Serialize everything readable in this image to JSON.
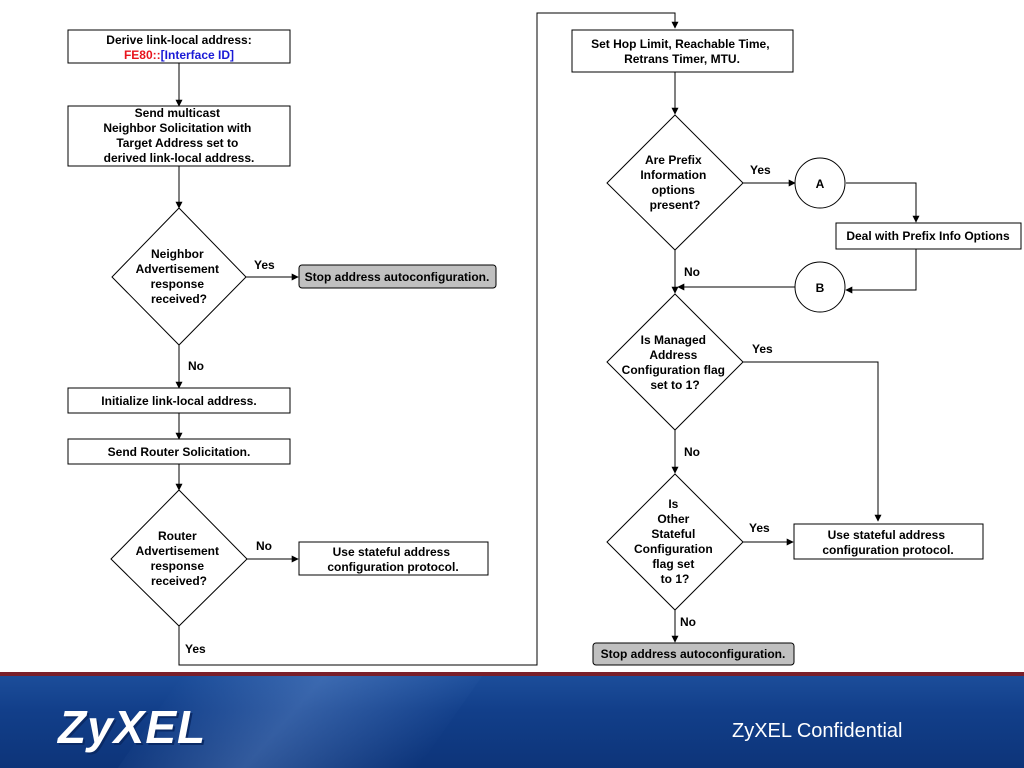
{
  "diagram": {
    "nodes": {
      "derive": {
        "line1": "Derive link-local address:",
        "prefix": "FE80::",
        "suffix": "[Interface ID]"
      },
      "send_ns": {
        "lines": [
          "Send multicast",
          "Neighbor Solicitation with",
          "Target Address set to",
          "derived link-local address."
        ]
      },
      "na_decision": {
        "lines": [
          "Neighbor",
          "Advertisement",
          "response",
          "received?"
        ]
      },
      "stop1": {
        "label": "Stop address autoconfiguration."
      },
      "init_ll": {
        "label": "Initialize link-local address."
      },
      "send_rs": {
        "label": "Send Router Solicitation."
      },
      "ra_decision": {
        "lines": [
          "Router",
          "Advertisement",
          "response",
          "received?"
        ]
      },
      "stateful1": {
        "lines": [
          "Use stateful address",
          "configuration protocol."
        ]
      },
      "set_hop": {
        "lines": [
          "Set Hop Limit, Reachable Time,",
          "Retrans Timer, MTU."
        ]
      },
      "prefix_decision": {
        "lines": [
          "Are Prefix",
          "Information",
          "options",
          "present?"
        ]
      },
      "conn_a": {
        "label": "A"
      },
      "prefix_info": {
        "label": "Deal with Prefix Info Options"
      },
      "conn_b": {
        "label": "B"
      },
      "managed_decision": {
        "lines": [
          "Is Managed",
          "Address",
          "Configuration flag",
          "set to 1?"
        ]
      },
      "other_decision": {
        "lines": [
          "Is",
          "Other",
          "Stateful",
          "Configuration",
          "flag set",
          "to 1?"
        ]
      },
      "stateful2": {
        "lines": [
          "Use stateful address",
          "configuration protocol."
        ]
      },
      "stop2": {
        "label": "Stop address autoconfiguration."
      }
    },
    "edge_labels": {
      "na_yes": "Yes",
      "na_no": "No",
      "ra_no": "No",
      "ra_yes": "Yes",
      "prefix_yes": "Yes",
      "prefix_no": "No",
      "managed_yes": "Yes",
      "managed_no": "No",
      "other_yes": "Yes",
      "other_no": "No"
    },
    "colors": {
      "prefix_red": "#e8141c",
      "interface_blue": "#1a1ad6",
      "stop_fill": "#c0c0c0"
    }
  },
  "footer": {
    "logo": "ZyXEL",
    "confidential": "ZyXEL Confidential"
  }
}
